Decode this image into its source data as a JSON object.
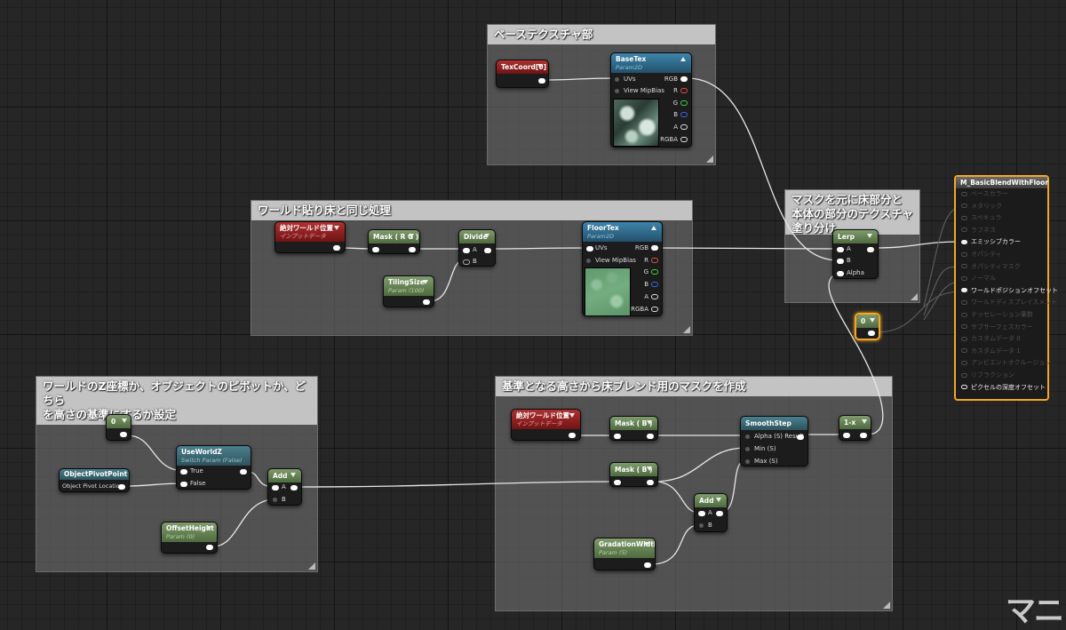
{
  "comments": {
    "base": "ベーステクスチャ部",
    "world": "ワールド貼り床と同じ処理",
    "lerp": "マスクを元に床部分と本体の部分のテクスチャ塗り分け",
    "z_line1": "ワールドのZ座標か、オブジェクトのピボットか、どちら",
    "z_line2": "を高さの基準にするか設定",
    "height": "基準となる高さから床ブレンド用のマスクを作成"
  },
  "nodes": {
    "texcoord": {
      "title": "TexCoord[0]"
    },
    "basetex": {
      "title": "BaseTex",
      "sub": "Param2D",
      "uvs": "UVs",
      "mip": "View MipBias",
      "rgb": "RGB",
      "r": "R",
      "g": "G",
      "b": "B",
      "a": "A",
      "rgba": "RGBA"
    },
    "absworld1": {
      "title": "絶対ワールド位置",
      "sub": "インプットデータ"
    },
    "mask_rg": {
      "title": "Mask ( R G )"
    },
    "divide": {
      "title": "Divide",
      "a": "A",
      "b": "B"
    },
    "tilingsize": {
      "title": "TilingSize",
      "sub": "Param (100)"
    },
    "floortex": {
      "title": "FloorTex",
      "sub": "Param2D",
      "uvs": "UVs",
      "mip": "View MipBias",
      "rgb": "RGB",
      "r": "R",
      "g": "G",
      "b": "B",
      "a": "A",
      "rgba": "RGBA"
    },
    "lerp": {
      "title": "Lerp",
      "a": "A",
      "b": "B",
      "alpha": "Alpha"
    },
    "zero_sel": {
      "title": "0"
    },
    "zero_z": {
      "title": "0"
    },
    "useworldz": {
      "title": "UseWorldZ",
      "sub": "Switch Param (False)",
      "true": "True",
      "false": "False"
    },
    "objpivot": {
      "title": "ObjectPivotPoint",
      "pin": "Object Pivot Location"
    },
    "add1": {
      "title": "Add",
      "a": "A",
      "b": "B"
    },
    "offsetheight": {
      "title": "OffsetHeight",
      "sub": "Param (0)"
    },
    "absworld2": {
      "title": "絶対ワールド位置",
      "sub": "インプットデータ"
    },
    "mask_b1": {
      "title": "Mask ( B )"
    },
    "mask_b2": {
      "title": "Mask ( B )"
    },
    "smoothstep": {
      "title": "SmoothStep",
      "alpha": "Alpha (S) Result",
      "min": "Min (S)",
      "max": "Max (S)"
    },
    "oneminus": {
      "title": "1-x"
    },
    "add2": {
      "title": "Add",
      "a": "A",
      "b": "B"
    },
    "gradwidth": {
      "title": "GradationWidth",
      "sub": "Param (5)"
    }
  },
  "result": {
    "title": "M_BasicBlendWithFloor",
    "pins": [
      "ベースカラー",
      "メタリック",
      "スペキュラ",
      "ラフネス",
      "エミッシブカラー",
      "オパシティ",
      "オパシティマスク",
      "ノーマル",
      "ワールドポジションオフセット",
      "ワールドディスプレイスメント",
      "テッセレーション乗数",
      "サブサーフェスカラー",
      "カスタムデータ 0",
      "カスタムデータ 1",
      "アンビエントオクルージョン",
      "リフラクション",
      "ピクセルの深度オフセット"
    ],
    "active": [
      4,
      8,
      16
    ]
  },
  "watermark": "マニ"
}
